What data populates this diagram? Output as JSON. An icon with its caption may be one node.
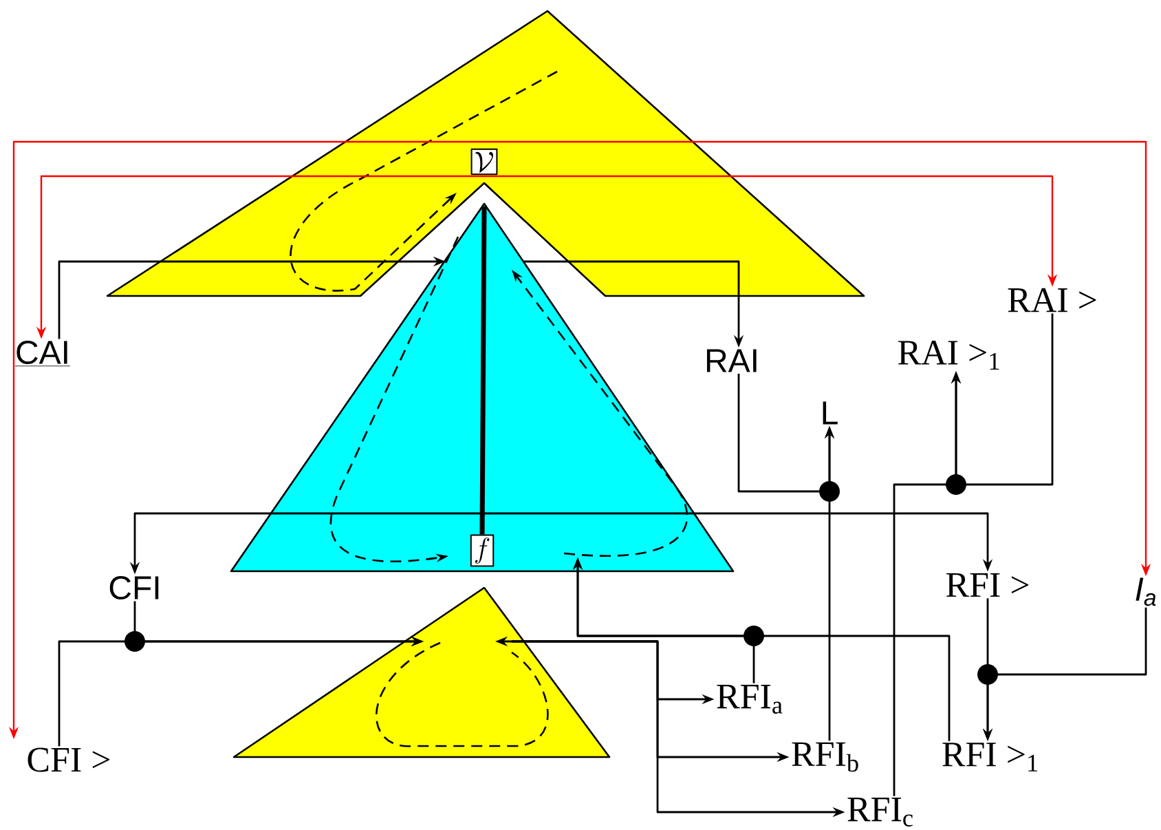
{
  "diagram": {
    "nodes": [
      {
        "text": [],
        "shape": "chevron"
      },
      {
        "text": [
          "\\mathcal{V}"
        ],
        "in": 0
      },
      {
        "text": [],
        "shape": "triangle"
      },
      {
        "text": [
          "f"
        ],
        "in": 2
      },
      {
        "text": [],
        "shape": "triangle"
      },
      {
        "text": [
          "CAI"
        ]
      },
      {
        "text": [
          "RAI"
        ]
      },
      {
        "text": [
          "RAI >"
        ]
      },
      {
        "text": [
          "RAI >$_{1}$"
        ]
      },
      {
        "text": [
          "L"
        ]
      },
      {
        "text": [
          "CFI"
        ]
      },
      {
        "text": [
          "CFI >"
        ]
      },
      {
        "text": [
          "RFI >"
        ]
      },
      {
        "text": [
          "I$_{a}$"
        ]
      },
      {
        "text": [
          "RFI$_{a}$"
        ]
      },
      {
        "text": [
          "RFI$_{b}$"
        ]
      },
      {
        "text": [
          "RFI >$_{1}$"
        ]
      },
      {
        "text": [
          "RFI$_{c}$"
        ]
      }
    ],
    "edges": [
      {
        "from": 5,
        "to": 2,
        "arrow": "to"
      },
      {
        "from": 2,
        "to": 6,
        "arrow": "to"
      },
      {
        "from": 6,
        "to": 9,
        "arrow": "to"
      },
      {
        "from": 15,
        "to": 9,
        "arrow": "to"
      },
      {
        "from": 7,
        "to": 8,
        "arrow": "to"
      },
      {
        "from": 17,
        "to": 8,
        "arrow": "to"
      },
      {
        "from": 2,
        "to": 10,
        "arrow": "to"
      },
      {
        "from": 2,
        "to": 12,
        "arrow": "to"
      },
      {
        "from": 10,
        "to": 4,
        "arrow": "to"
      },
      {
        "from": 11,
        "to": 4,
        "arrow": "to"
      },
      {
        "from": 14,
        "to": 2,
        "arrow": "to"
      },
      {
        "from": 16,
        "to": 2,
        "arrow": "to"
      },
      {
        "from": 4,
        "to": 14,
        "arrow": "both"
      },
      {
        "from": 4,
        "to": 15,
        "arrow": "to"
      },
      {
        "from": 4,
        "to": 17,
        "arrow": "to"
      },
      {
        "from": 12,
        "to": 16,
        "arrow": "to"
      },
      {
        "from": 13,
        "to": 16,
        "arrow": "to"
      },
      {
        "from": 5,
        "to": 7,
        "arrow": "both",
        "color": "#ff0000"
      },
      {
        "from": 11,
        "to": 13,
        "arrow": "both",
        "color": "#ff0000"
      },
      {
        "from": 2,
        "to": 3,
        "arrow": "none",
        "style": "thick"
      }
    ]
  }
}
